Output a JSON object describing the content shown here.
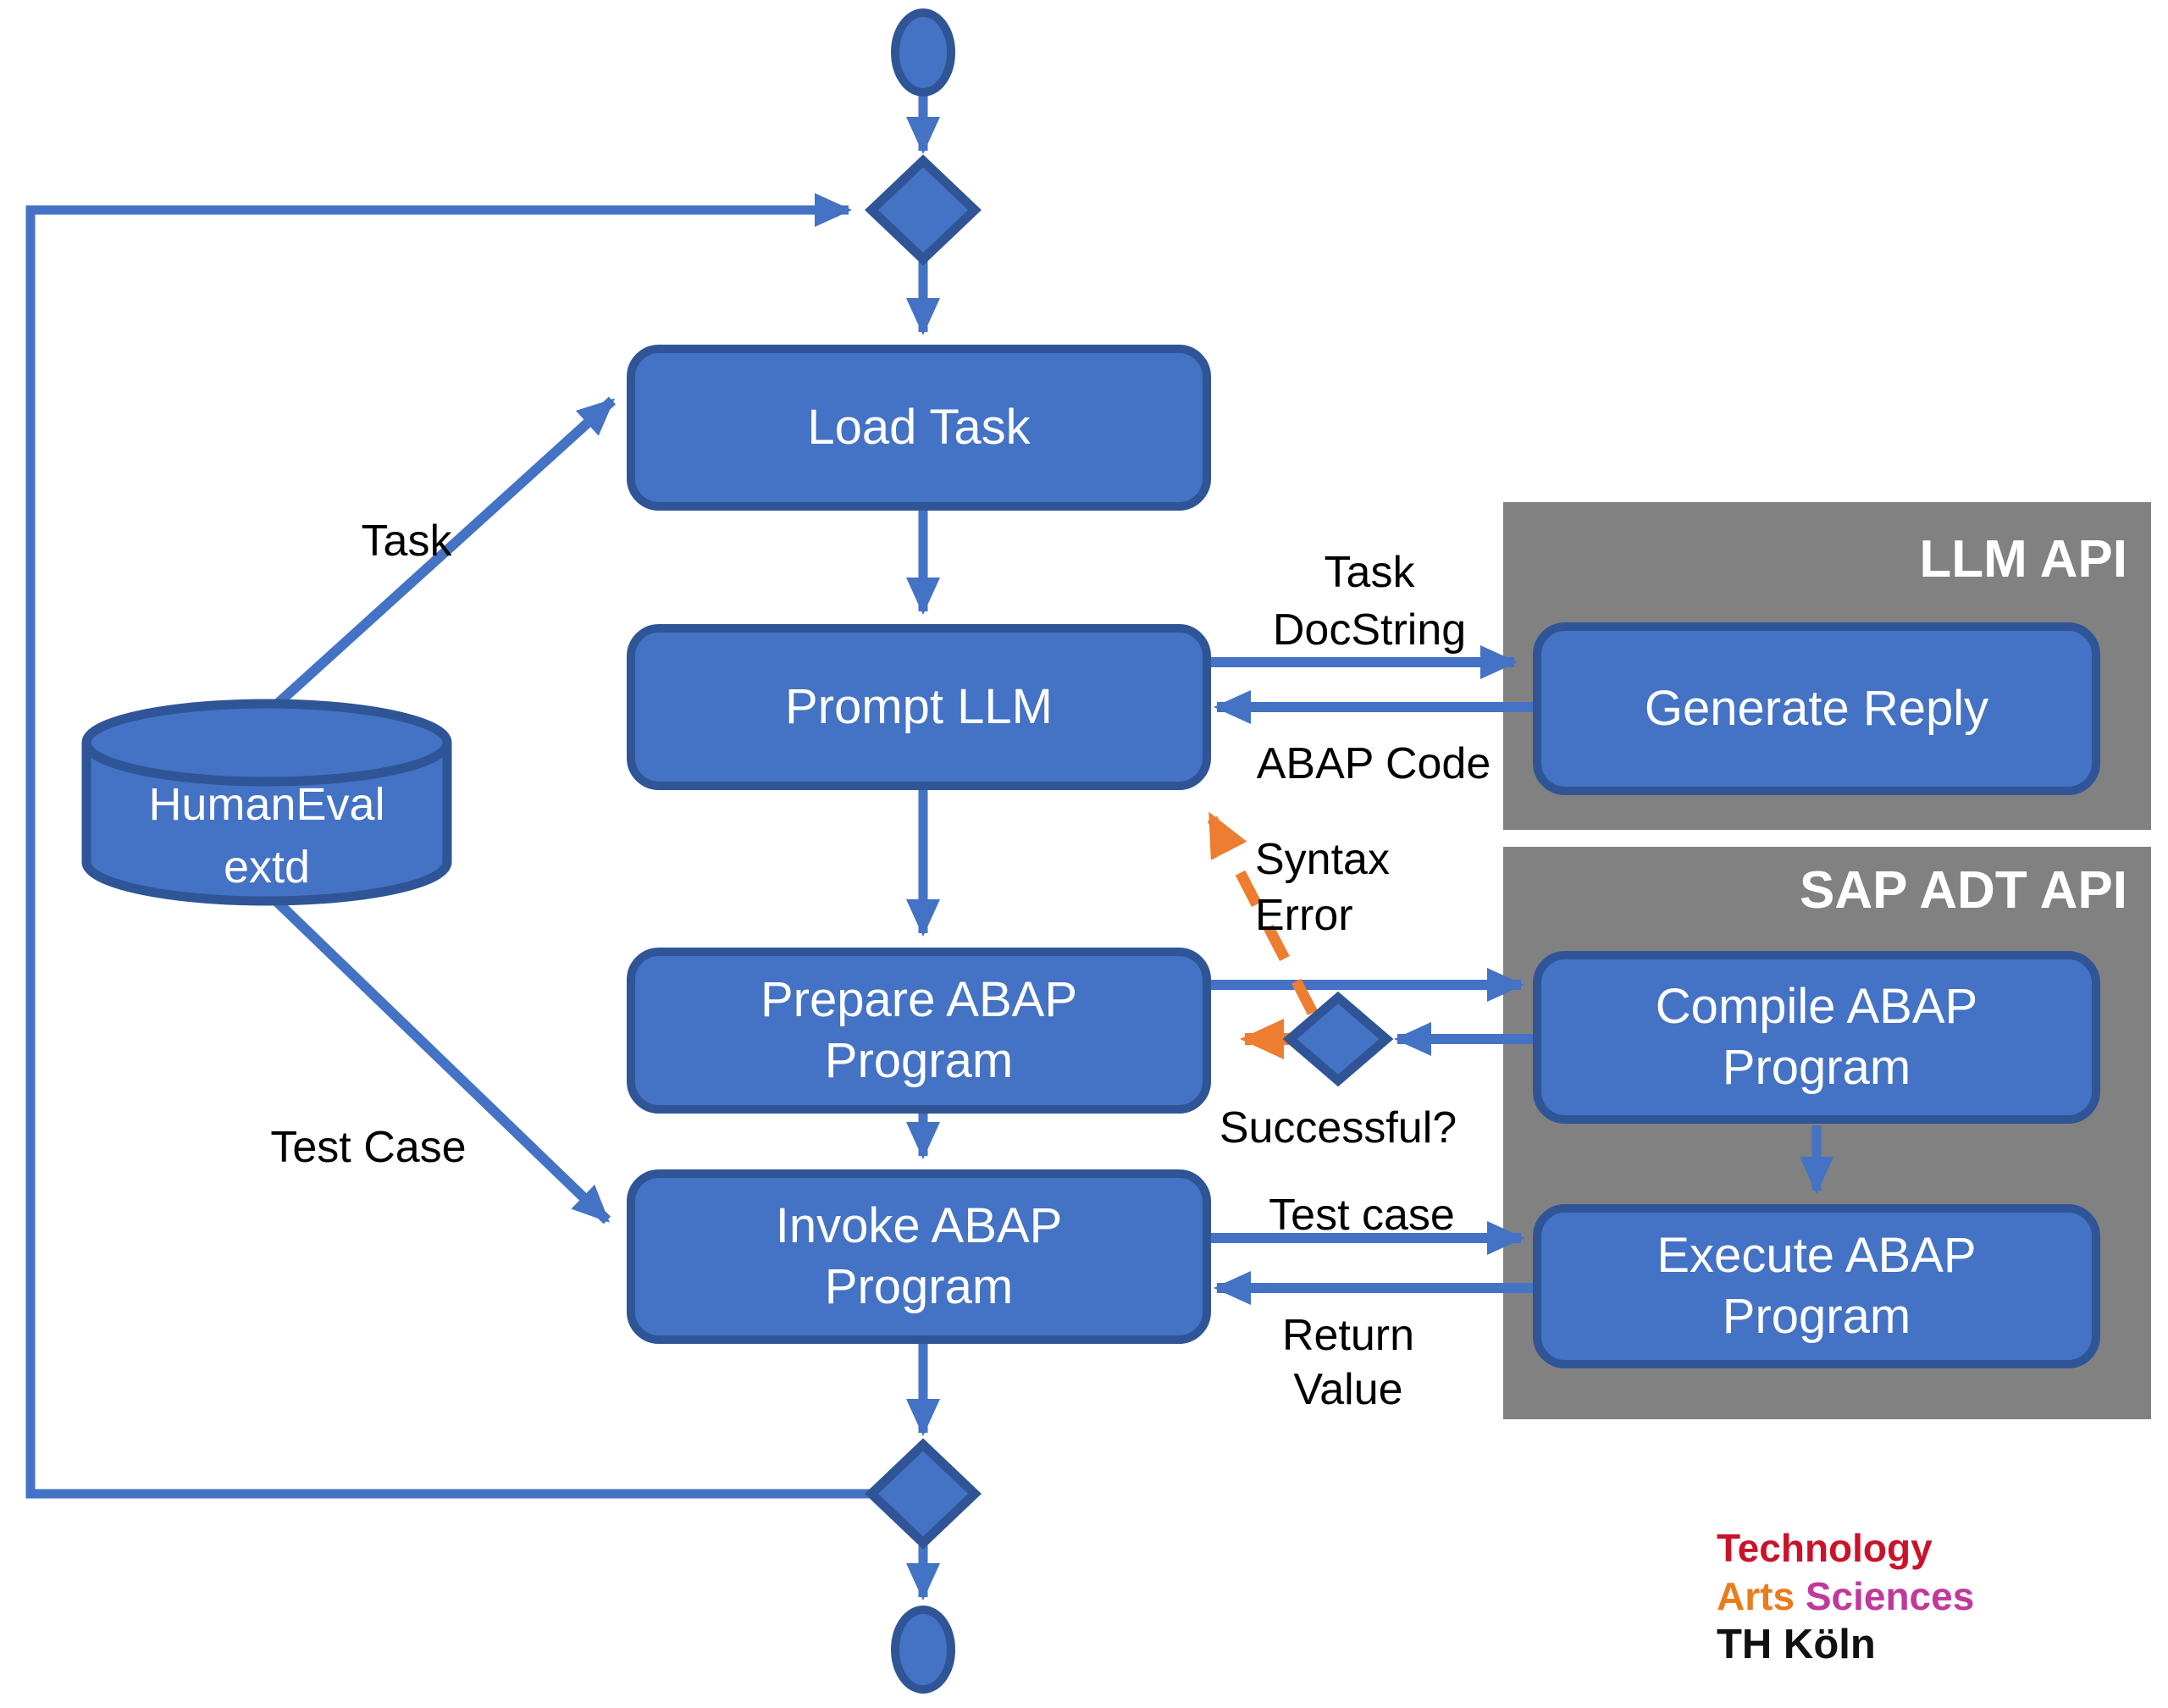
{
  "colors": {
    "node_fill": "#4472C4",
    "node_border": "#2F5597",
    "arrow_blue": "#4472C4",
    "panel_gray": "#818181",
    "warning_orange": "#ED7D31",
    "label_black": "#000000",
    "node_text_white": "#ffffff",
    "logo_red": "#C9132B",
    "logo_orange": "#E87D1E",
    "logo_magenta": "#C0399B"
  },
  "nodes": {
    "load_task": {
      "label": "Load Task"
    },
    "prompt_llm": {
      "label": "Prompt LLM"
    },
    "prepare_abap": {
      "line1": "Prepare ABAP",
      "line2": "Program"
    },
    "invoke_abap": {
      "line1": "Invoke ABAP",
      "line2": "Program"
    },
    "generate_reply": {
      "label": "Generate Reply"
    },
    "compile_abap": {
      "line1": "Compile ABAP",
      "line2": "Program"
    },
    "execute_abap": {
      "line1": "Execute ABAP",
      "line2": "Program"
    },
    "datastore": {
      "line1": "HumanEval",
      "line2": "extd"
    }
  },
  "panels": {
    "llm_api": {
      "title": "LLM API"
    },
    "sap_adt_api": {
      "title": "SAP ADT API"
    }
  },
  "edge_labels": {
    "task": "Task",
    "test_case": "Test Case",
    "task_docstring_line1": "Task",
    "task_docstring_line2": "DocString",
    "abap_code": "ABAP Code",
    "syntax_error_line1": "Syntax",
    "syntax_error_line2": "Error",
    "successful": "Successful?",
    "test_case_small": "Test case",
    "return_value_line1": "Return",
    "return_value_line2": "Value"
  },
  "logo": {
    "line1": "Technology",
    "line2_word1": "Arts",
    "line2_word2": "Sciences",
    "line3": "TH Köln"
  }
}
